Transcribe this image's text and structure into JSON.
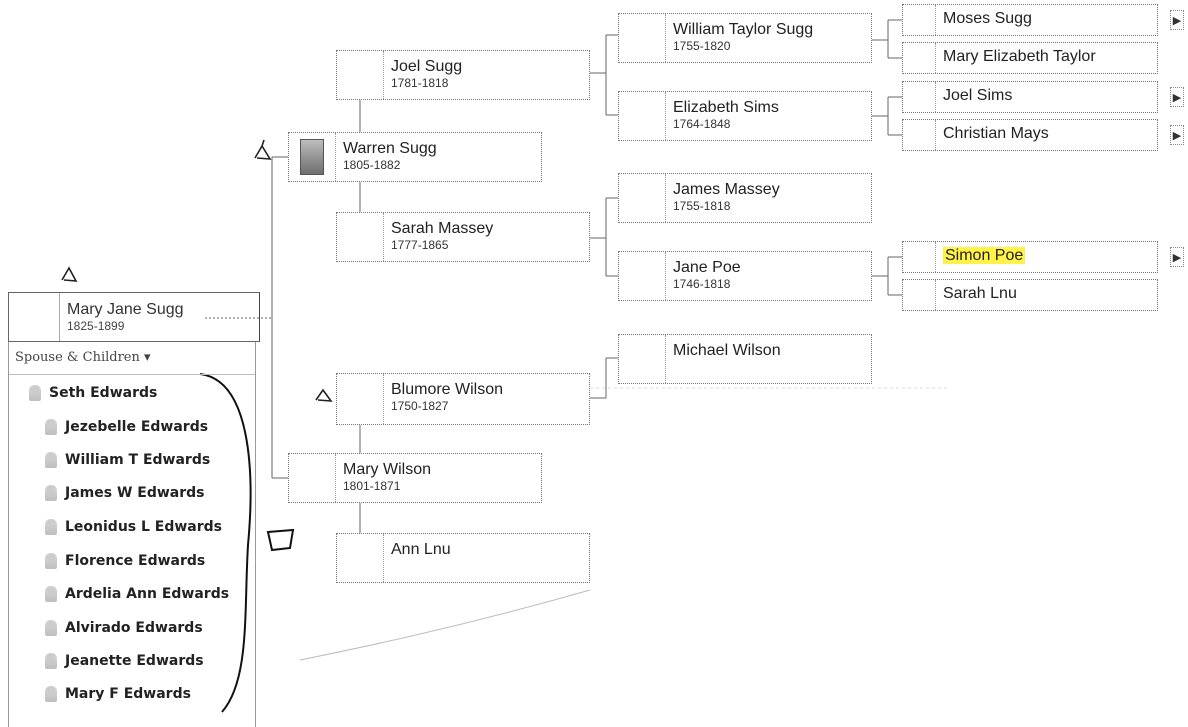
{
  "focus_person": {
    "name": "Mary Jane Sugg",
    "dates": "1825-1899"
  },
  "spouse_panel": {
    "header": "Spouse & Children",
    "caret": "▾",
    "spouse": "Seth Edwards",
    "children": [
      "Jezebelle Edwards",
      "William T Edwards",
      "James W Edwards",
      "Leonidus L Edwards",
      "Florence Edwards",
      "Ardelia Ann Edwards",
      "Alvirado Edwards",
      "Jeanette Edwards",
      "Mary F Edwards"
    ]
  },
  "generation1": {
    "father": {
      "name": "Warren Sugg",
      "dates": "1805-1882"
    },
    "mother": {
      "name": "Mary Wilson",
      "dates": "1801-1871"
    }
  },
  "generation2": {
    "ff": {
      "name": "Joel Sugg",
      "dates": "1781-1818"
    },
    "fm": {
      "name": "Sarah Massey",
      "dates": "1777-1865"
    },
    "mf": {
      "name": "Blumore Wilson",
      "dates": "1750-1827"
    },
    "mm": {
      "name": "Ann Lnu",
      "dates": ""
    }
  },
  "generation3": {
    "fff": {
      "name": "William Taylor Sugg",
      "dates": "1755-1820"
    },
    "ffm": {
      "name": "Elizabeth Sims",
      "dates": "1764-1848"
    },
    "fmf": {
      "name": "James Massey",
      "dates": "1755-1818"
    },
    "fmm": {
      "name": "Jane Poe",
      "dates": "1746-1818"
    },
    "mff": {
      "name": "Michael Wilson",
      "dates": ""
    }
  },
  "generation4": {
    "ffff": "Moses Sugg",
    "fffm": "Mary Elizabeth Taylor",
    "ffmf": "Joel Sims",
    "ffmm": "Christian Mays",
    "fmmf": "Simon Poe",
    "fmmm": "Sarah Lnu"
  },
  "icons": {
    "expand_arrow": "▶",
    "handwritten_mark": "triangle-check-mark",
    "bracket_note": "hand-drawn-box"
  }
}
